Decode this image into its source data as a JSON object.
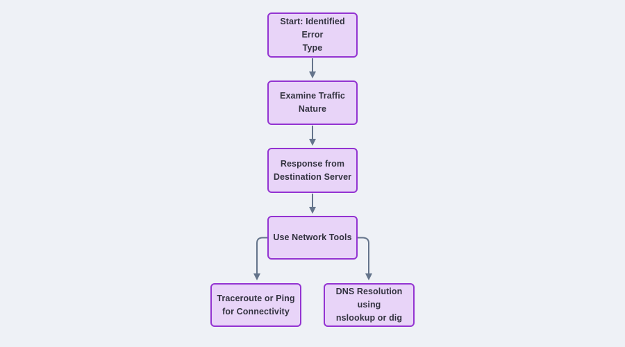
{
  "diagram": {
    "type": "flowchart",
    "direction": "top-down",
    "nodes": [
      {
        "id": "start",
        "label": "Start: Identified Error Type",
        "lines": [
          "Start: Identified Error",
          "Type"
        ]
      },
      {
        "id": "examine",
        "label": "Examine Traffic Nature",
        "lines": [
          "Examine Traffic",
          "Nature"
        ]
      },
      {
        "id": "response",
        "label": "Response from Destination Server",
        "lines": [
          "Response from",
          "Destination Server"
        ]
      },
      {
        "id": "tools",
        "label": "Use Network Tools",
        "lines": [
          "Use Network Tools"
        ]
      },
      {
        "id": "traceroute",
        "label": "Traceroute or Ping for Connectivity",
        "lines": [
          "Traceroute or Ping",
          "for Connectivity"
        ]
      },
      {
        "id": "dns",
        "label": "DNS Resolution using nslookup or dig",
        "lines": [
          "DNS Resolution using",
          "nslookup or dig"
        ]
      }
    ],
    "edges": [
      {
        "from": "start",
        "to": "examine"
      },
      {
        "from": "examine",
        "to": "response"
      },
      {
        "from": "response",
        "to": "tools"
      },
      {
        "from": "tools",
        "to": "traceroute"
      },
      {
        "from": "tools",
        "to": "dns"
      }
    ]
  },
  "theme": {
    "background": "#eef1f6",
    "node_fill": "#e8d4f8",
    "node_border": "#9333d1",
    "node_text": "#333340",
    "arrow_color": "#64748b"
  }
}
